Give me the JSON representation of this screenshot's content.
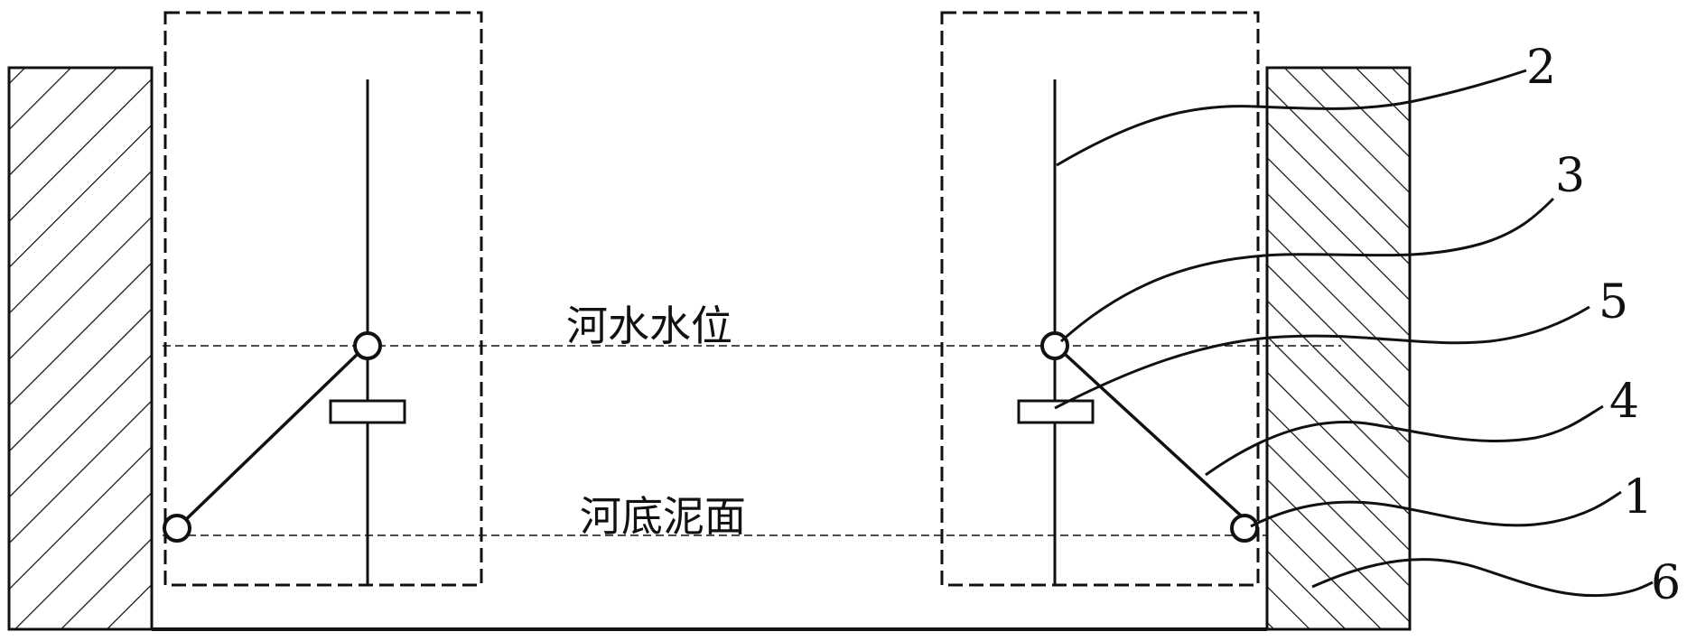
{
  "labels": {
    "water_level": "河水水位",
    "river_bed": "河底泥面",
    "n1": "1",
    "n2": "2",
    "n3": "3",
    "n4": "4",
    "n5": "5",
    "n6": "6"
  },
  "colors": {
    "ink": "#111111",
    "background": "#ffffff"
  }
}
